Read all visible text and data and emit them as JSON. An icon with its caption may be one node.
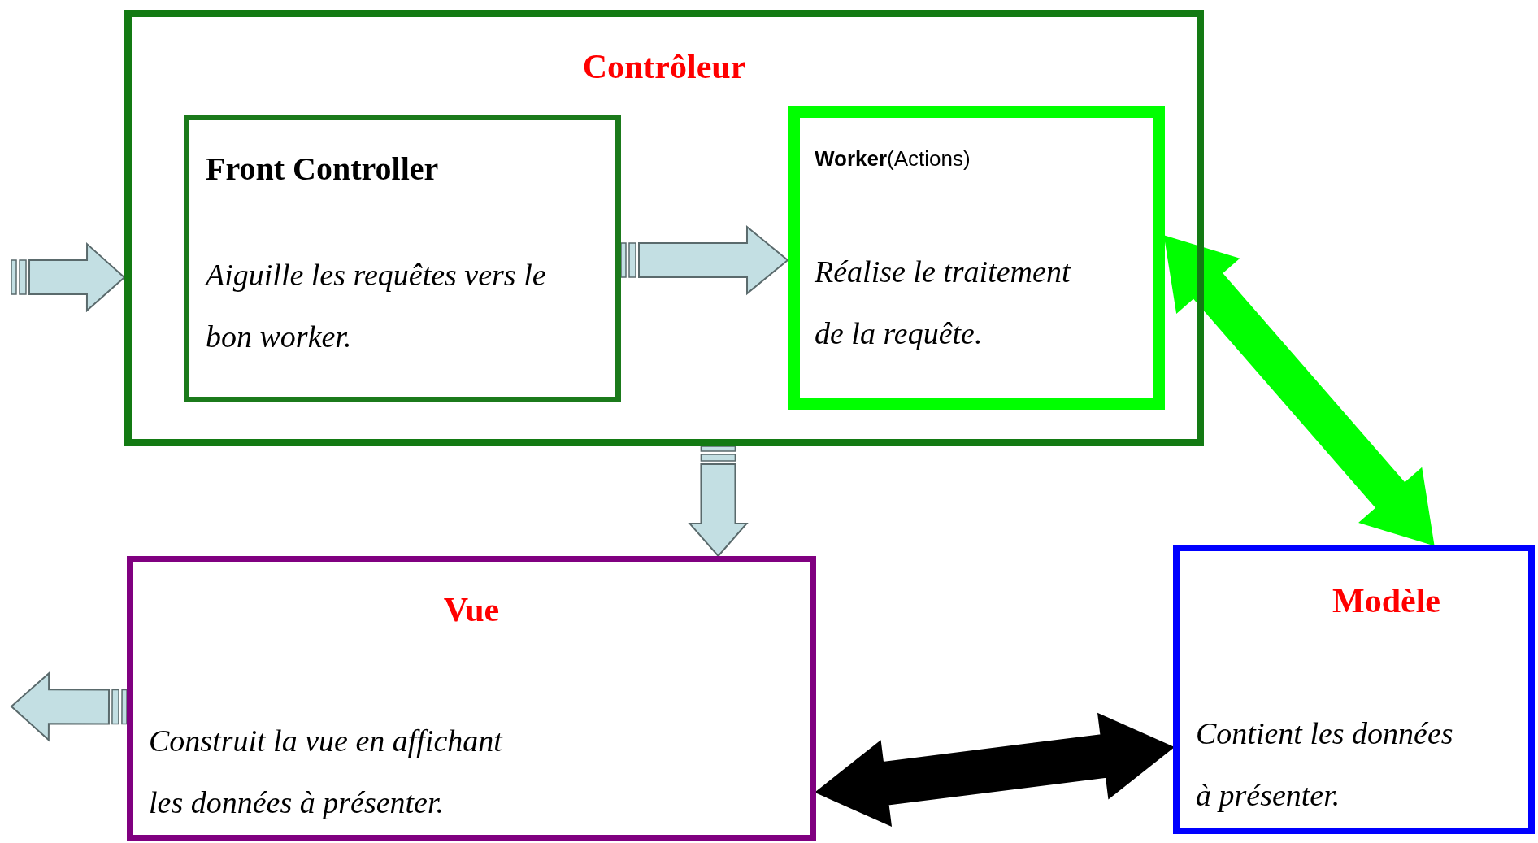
{
  "diagram": {
    "nodes": [
      {
        "text": [
          "Contrôleur"
        ]
      },
      {
        "text": [
          "Front Controller",
          "Aiguille les requêtes vers le bon worker."
        ],
        "in": 0
      },
      {
        "text": [
          "**Worker**(Actions)",
          "Réalise le traitement de la requête."
        ],
        "in": 0
      },
      {
        "text": [
          "Vue",
          "Construit la vue en affichant les données à présenter."
        ]
      },
      {
        "text": [
          "Modèle",
          "Contient les données à présenter."
        ]
      }
    ],
    "edges": [
      {
        "from": null,
        "to": 0,
        "arrow": "to"
      },
      {
        "from": 1,
        "to": 2,
        "arrow": "to"
      },
      {
        "from": 0,
        "to": 3,
        "arrow": "to"
      },
      {
        "from": 2,
        "to": 4,
        "arrow": "both",
        "color": "#00ff00"
      },
      {
        "from": 3,
        "to": 4,
        "arrow": "both",
        "color": "#000000"
      },
      {
        "from": 3,
        "to": null,
        "arrow": "to"
      }
    ]
  }
}
